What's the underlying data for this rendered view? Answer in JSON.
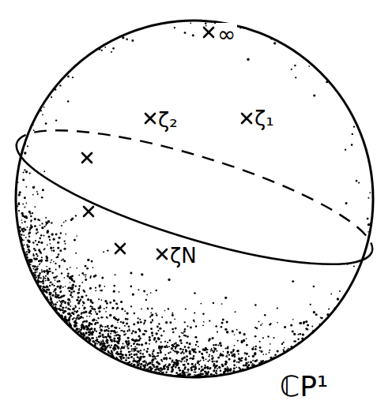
{
  "diagram": {
    "labels": [
      "∞",
      "ζ₁",
      "ζ₂",
      "ζN",
      "ℂP¹"
    ]
  }
}
